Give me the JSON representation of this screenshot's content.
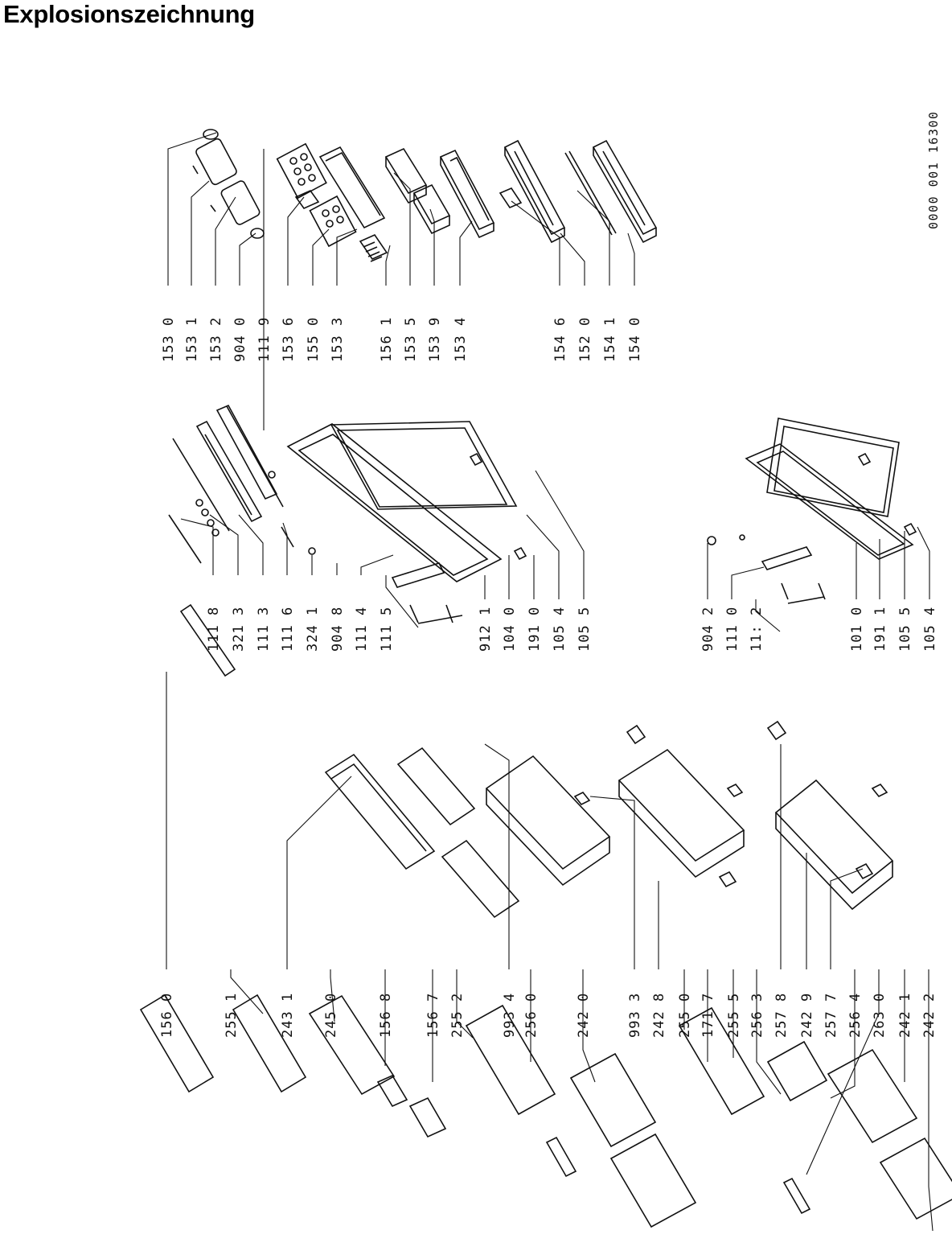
{
  "title": "Explosionszeichnung",
  "document_number": "0000 001  16300",
  "colors": {
    "ink": "#111111",
    "paper": "#ffffff"
  },
  "groups": {
    "fridge_accessories": {
      "labels": [
        "153 0",
        "153 1",
        "153 2",
        "904 0",
        "111 9",
        "153 6",
        "155 0",
        "153 3",
        "156 1",
        "153 5",
        "153 9",
        "153 4",
        "154 6",
        "152 0",
        "154 1",
        "154 0"
      ]
    },
    "upper_door": {
      "labels": [
        "111 8",
        "321 3",
        "111 3",
        "111 6",
        "324 1",
        "904 8",
        "111 4",
        "111 5",
        "912 1",
        "104 0",
        "191 0",
        "105 4",
        "105 5"
      ]
    },
    "lower_door": {
      "labels": [
        "904 2",
        "111 0",
        "11: 2",
        "101 0",
        "191 1",
        "105 5",
        "105 4"
      ]
    },
    "freezer_parts": {
      "labels": [
        "156 0",
        "255 1",
        "243 1",
        "245 0",
        "156 8",
        "156 7",
        "255 2",
        "993 4",
        "256 0",
        "242 0",
        "993 3",
        "242 8",
        "255 0",
        "171 7",
        "255 5",
        "256 3",
        "257 8",
        "242 9",
        "257 7",
        "256 4",
        "263 0",
        "242 1",
        "242 2"
      ]
    }
  }
}
